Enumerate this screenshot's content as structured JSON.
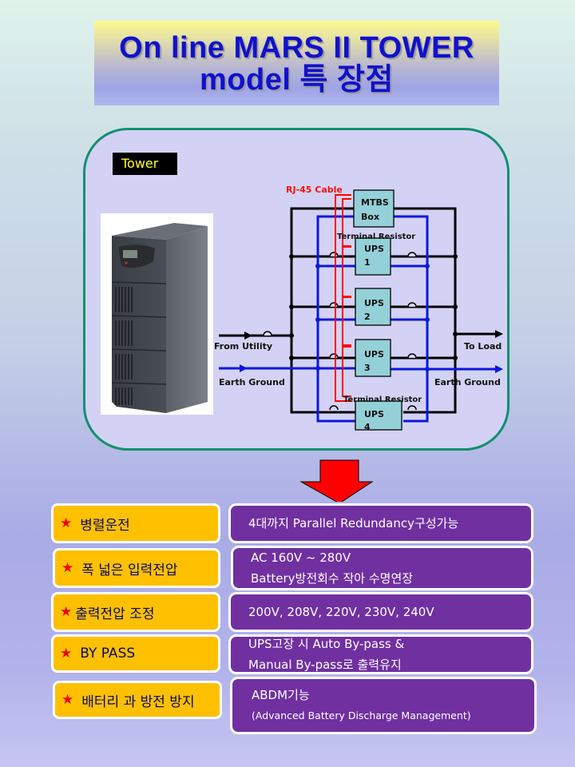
{
  "title": {
    "line1": "On line MARS II TOWER",
    "line2": "model 특 장점"
  },
  "diagram": {
    "tower_label": "Tower",
    "photo_alt": "UPS tower unit",
    "cable_label": "RJ-45 Cable",
    "mtbs_box": [
      "MTBS",
      "Box"
    ],
    "terminal_resistor_label": "Terminal Resistor",
    "ups_units": [
      {
        "name": "UPS",
        "num": "1"
      },
      {
        "name": "UPS",
        "num": "2"
      },
      {
        "name": "UPS",
        "num": "3"
      },
      {
        "name": "UPS",
        "num": "4"
      }
    ],
    "from_utility": "From  Utility",
    "to_load": "To Load",
    "earth_ground_left": "Earth Ground",
    "earth_ground_right": "Earth Ground",
    "colors": {
      "power_line": "#000000",
      "ground_line": "#0a18e0",
      "cable_line": "#ff0000",
      "ups_box": "#94d0d8"
    }
  },
  "arrow_icon": "down-arrow",
  "features": [
    {
      "label": "병렬운전",
      "lines": [
        "4대까지 Parallel Redundancy구성가능"
      ]
    },
    {
      "label": "폭 넓은 입력전압",
      "lines": [
        "AC 160V ~ 280V",
        "Battery방전회수 작아 수명연장"
      ]
    },
    {
      "label": "출력전압 조정",
      "lines": [
        "200V, 208V, 220V, 230V, 240V"
      ]
    },
    {
      "label": "BY PASS",
      "lines": [
        "UPS고장 시 Auto By-pass &",
        "Manual By-pass로 출력유지"
      ]
    },
    {
      "label": "배터리 과 방전 방지",
      "lines": [
        "ABDM기능",
        "(Advanced Battery Discharge Management)"
      ]
    }
  ],
  "star_icon": "★",
  "colors": {
    "label_bg": "#ffc000",
    "desc_bg": "#7030a0",
    "title_text": "#1111cc",
    "frame_border": "#109070",
    "star": "#ee0000"
  }
}
